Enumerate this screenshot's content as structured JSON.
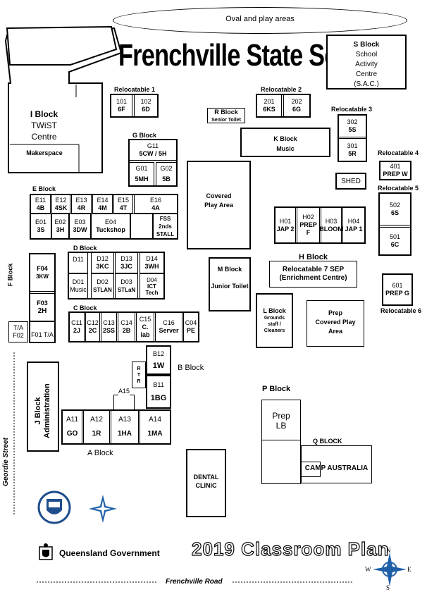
{
  "oval": "Oval and play areas",
  "title": "Frenchville State School",
  "plan_title": "2019 Classroom Plan",
  "roads": {
    "geordie": "Geordie Street",
    "frenchville": "Frenchville Road"
  },
  "sblock": {
    "title": "S Block",
    "l1": "School",
    "l2": "Activity",
    "l3": "Centre",
    "l4": "(S.A.C.)"
  },
  "iblock": {
    "title": "I Block",
    "l1": "TWiST",
    "l2": "Centre",
    "makerspace": "Makerspace"
  },
  "reloc1": {
    "label": "Relocatable 1",
    "r1n": "101",
    "r1c": "6F",
    "r2n": "102",
    "r2c": "6D"
  },
  "reloc2": {
    "label": "Relocatable 2",
    "r1n": "201",
    "r1c": "6KS",
    "r2n": "202",
    "r2c": "6G"
  },
  "reloc3": {
    "label": "Relocatable 3",
    "r1n": "302",
    "r1c": "5S",
    "r2n": "301",
    "r2c": "5R"
  },
  "reloc4": {
    "label": "Relocatable 4",
    "n": "401",
    "c": "PREP W"
  },
  "reloc5": {
    "label": "Relocatable 5",
    "r1n": "502",
    "r1c": "6S",
    "r2n": "501",
    "r2c": "6C"
  },
  "reloc6": {
    "label": "Relocatable 6",
    "n": "601",
    "c": "PREP G"
  },
  "rblock": {
    "title": "R Block",
    "sub": "Senior Toilet"
  },
  "kblock": {
    "title": "K Block",
    "sub": "Music"
  },
  "shed": "SHED",
  "gblock": {
    "label": "G Block",
    "g11n": "G11",
    "g11c": "5CW / 5H",
    "g01n": "G01",
    "g01c": "5MH",
    "g02n": "G02",
    "g02c": "5B"
  },
  "covered": {
    "l1": "Covered",
    "l2": "Play Area"
  },
  "eblock": {
    "label": "E Block",
    "top": [
      {
        "n": "E11",
        "c": "4B"
      },
      {
        "n": "E12",
        "c": "4SK"
      },
      {
        "n": "E13",
        "c": "4R"
      },
      {
        "n": "E14",
        "c": "4M"
      },
      {
        "n": "E15",
        "c": "4T"
      },
      {
        "n": "E16",
        "c": "4A"
      }
    ],
    "e01n": "E01",
    "e01c": "3S",
    "e02n": "E02",
    "e02c": "3H",
    "e03n": "E03",
    "e03c": "3DW",
    "e04n": "E04",
    "e04c": "Tuckshop",
    "fssn": "FSS",
    "fss1": "2nds",
    "fss2": "STALL"
  },
  "hblock": {
    "label": "H Block",
    "rooms": [
      {
        "n": "H01",
        "c": "JAP 2"
      },
      {
        "n": "H02",
        "c": "PREP F"
      },
      {
        "n": "H03",
        "c": "BLOOM"
      },
      {
        "n": "H04",
        "c": "JAP 1"
      }
    ],
    "reloc7a": "Relocatable 7 SEP",
    "reloc7b": "(Enrichment Centre)"
  },
  "fblock": {
    "label": "F Block",
    "f04n": "F04",
    "f04c": "3KW",
    "f03n": "F03",
    "f03c": "2H",
    "ta1": "T/A",
    "f02": "F02",
    "f01": "F01 T/A"
  },
  "dblock": {
    "label": "D Block",
    "d11n": "D11",
    "d12n": "D12",
    "d12c": "3KC",
    "d13n": "D13",
    "d13c": "3JC",
    "d14n": "D14",
    "d14c": "3WH",
    "d01n": "D01",
    "d01c": "Music",
    "d02n": "D02",
    "d02c": "STLAN",
    "d03n": "D03",
    "d03c": "STLaN",
    "d04n": "D04",
    "d04c1": "ICT",
    "d04c2": "Tech"
  },
  "mblock": {
    "title": "M Block",
    "sub": "Junior Toilet"
  },
  "lblock": {
    "title": "L Block",
    "l1": "Grounds",
    "l2": "staff /",
    "l3": "Cleaners"
  },
  "prepcov": {
    "l1": "Prep",
    "l2": "Covered Play",
    "l3": "Area"
  },
  "cblock": {
    "label": "C Block",
    "rooms": [
      {
        "n": "C11",
        "c": "2J"
      },
      {
        "n": "C12",
        "c": "2C"
      },
      {
        "n": "C13",
        "c": "2SS"
      },
      {
        "n": "C14",
        "c": "2B"
      },
      {
        "n": "C15",
        "c": "C. lab"
      },
      {
        "n": "C16",
        "c": "Server"
      },
      {
        "n": "C04",
        "c": "PE"
      }
    ]
  },
  "bblock": {
    "label": "B Block",
    "b12n": "B12",
    "b12c": "1W",
    "b11n": "B11",
    "b11c": "1BG",
    "rtr1": "R",
    "rtr2": "T",
    "rtr3": "R"
  },
  "jblock": {
    "l1": "J Block",
    "l2": "Administration"
  },
  "ablock": {
    "label": "A Block",
    "a15": "A15",
    "rooms": [
      {
        "n": "A11",
        "c": "GO"
      },
      {
        "n": "A12",
        "c": "1R"
      },
      {
        "n": "A13",
        "c": "1HA"
      },
      {
        "n": "A14",
        "c": "1MA"
      }
    ]
  },
  "pblock": {
    "label": "P Block",
    "l1": "Prep",
    "l2": "LB"
  },
  "qblock": {
    "label": "Q  BLOCK",
    "camp": "CAMP AUSTRALIA"
  },
  "dental": {
    "l1": "DENTAL",
    "l2": "CLINIC"
  },
  "qgov": "Queensland Government",
  "compass": {
    "n": "N",
    "s": "S",
    "e": "E",
    "w": "W"
  },
  "colors": {
    "crest": "#1f4e8c",
    "compass": "#1f5fa8"
  }
}
